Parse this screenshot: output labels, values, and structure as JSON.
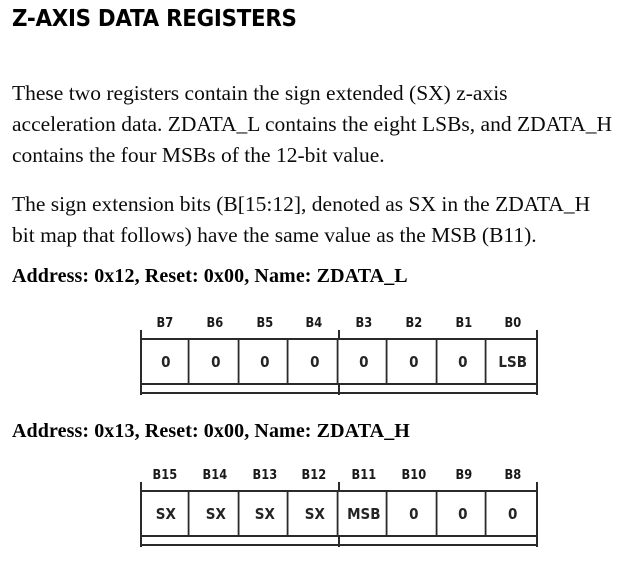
{
  "document": {
    "heading": "Z-AXIS DATA REGISTERS",
    "paragraphs": [
      "These two registers contain the sign extended (SX) z-axis acceleration data. ZDATA_L contains the eight LSBs, and ZDATA_H contains the four MSBs of the 12-bit value.",
      "The sign extension bits (B[15:12], denoted as SX in the ZDATA_H bit map that follows) have the same value as the MSB (B11)."
    ],
    "registers": [
      {
        "caption": "Address: 0x12, Reset: 0x00, Name: ZDATA_L",
        "address": "0x12",
        "reset": "0x00",
        "name": "ZDATA_L",
        "bit_labels": [
          "B7",
          "B6",
          "B5",
          "B4",
          "B3",
          "B2",
          "B1",
          "B0"
        ],
        "bit_values": [
          "0",
          "0",
          "0",
          "0",
          "0",
          "0",
          "0",
          "LSB"
        ]
      },
      {
        "caption": "Address: 0x13, Reset: 0x00, Name: ZDATA_H",
        "address": "0x13",
        "reset": "0x00",
        "name": "ZDATA_H",
        "bit_labels": [
          "B15",
          "B14",
          "B13",
          "B12",
          "B11",
          "B10",
          "B9",
          "B8"
        ],
        "bit_values": [
          "SX",
          "SX",
          "SX",
          "SX",
          "MSB",
          "0",
          "0",
          "0"
        ]
      }
    ],
    "colors": {
      "text": "#000000",
      "table_border": "#2a2a2a",
      "background": "#ffffff"
    }
  }
}
